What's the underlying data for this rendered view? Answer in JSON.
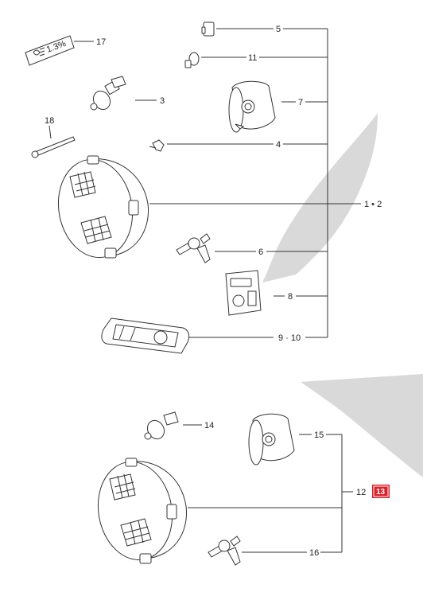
{
  "diagram": {
    "labels": {
      "p1_2": "1 • 2",
      "p3": "3",
      "p4": "4",
      "p5": "5",
      "p6": "6",
      "p7": "7",
      "p8": "8",
      "p9_10": "9 · 10",
      "p11": "11",
      "p12": "12",
      "p14": "14",
      "p15": "15",
      "p16": "16",
      "p17": "17",
      "p18": "18"
    },
    "tag_text": "1.3%",
    "page_badge": "13",
    "colors": {
      "badge": "#d8222a",
      "shading": "#d9d9d9",
      "line": "#333333"
    }
  }
}
